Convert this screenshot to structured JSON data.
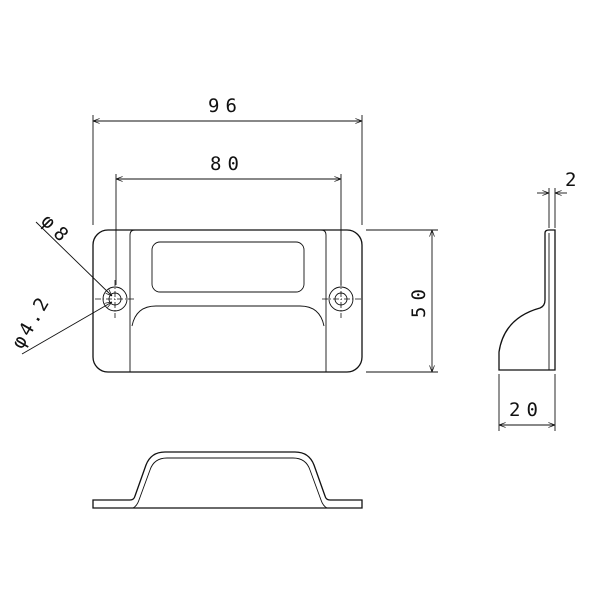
{
  "title": "Card holder pull technical drawing",
  "dimensions": {
    "overall_width": "96",
    "hole_spacing": "80",
    "height": "50",
    "counterbore_diameter": "φ8",
    "hole_diameter": "φ4.2",
    "thickness": "2",
    "depth": "20"
  },
  "colors": {
    "line": "#111111",
    "background": "#ffffff"
  }
}
